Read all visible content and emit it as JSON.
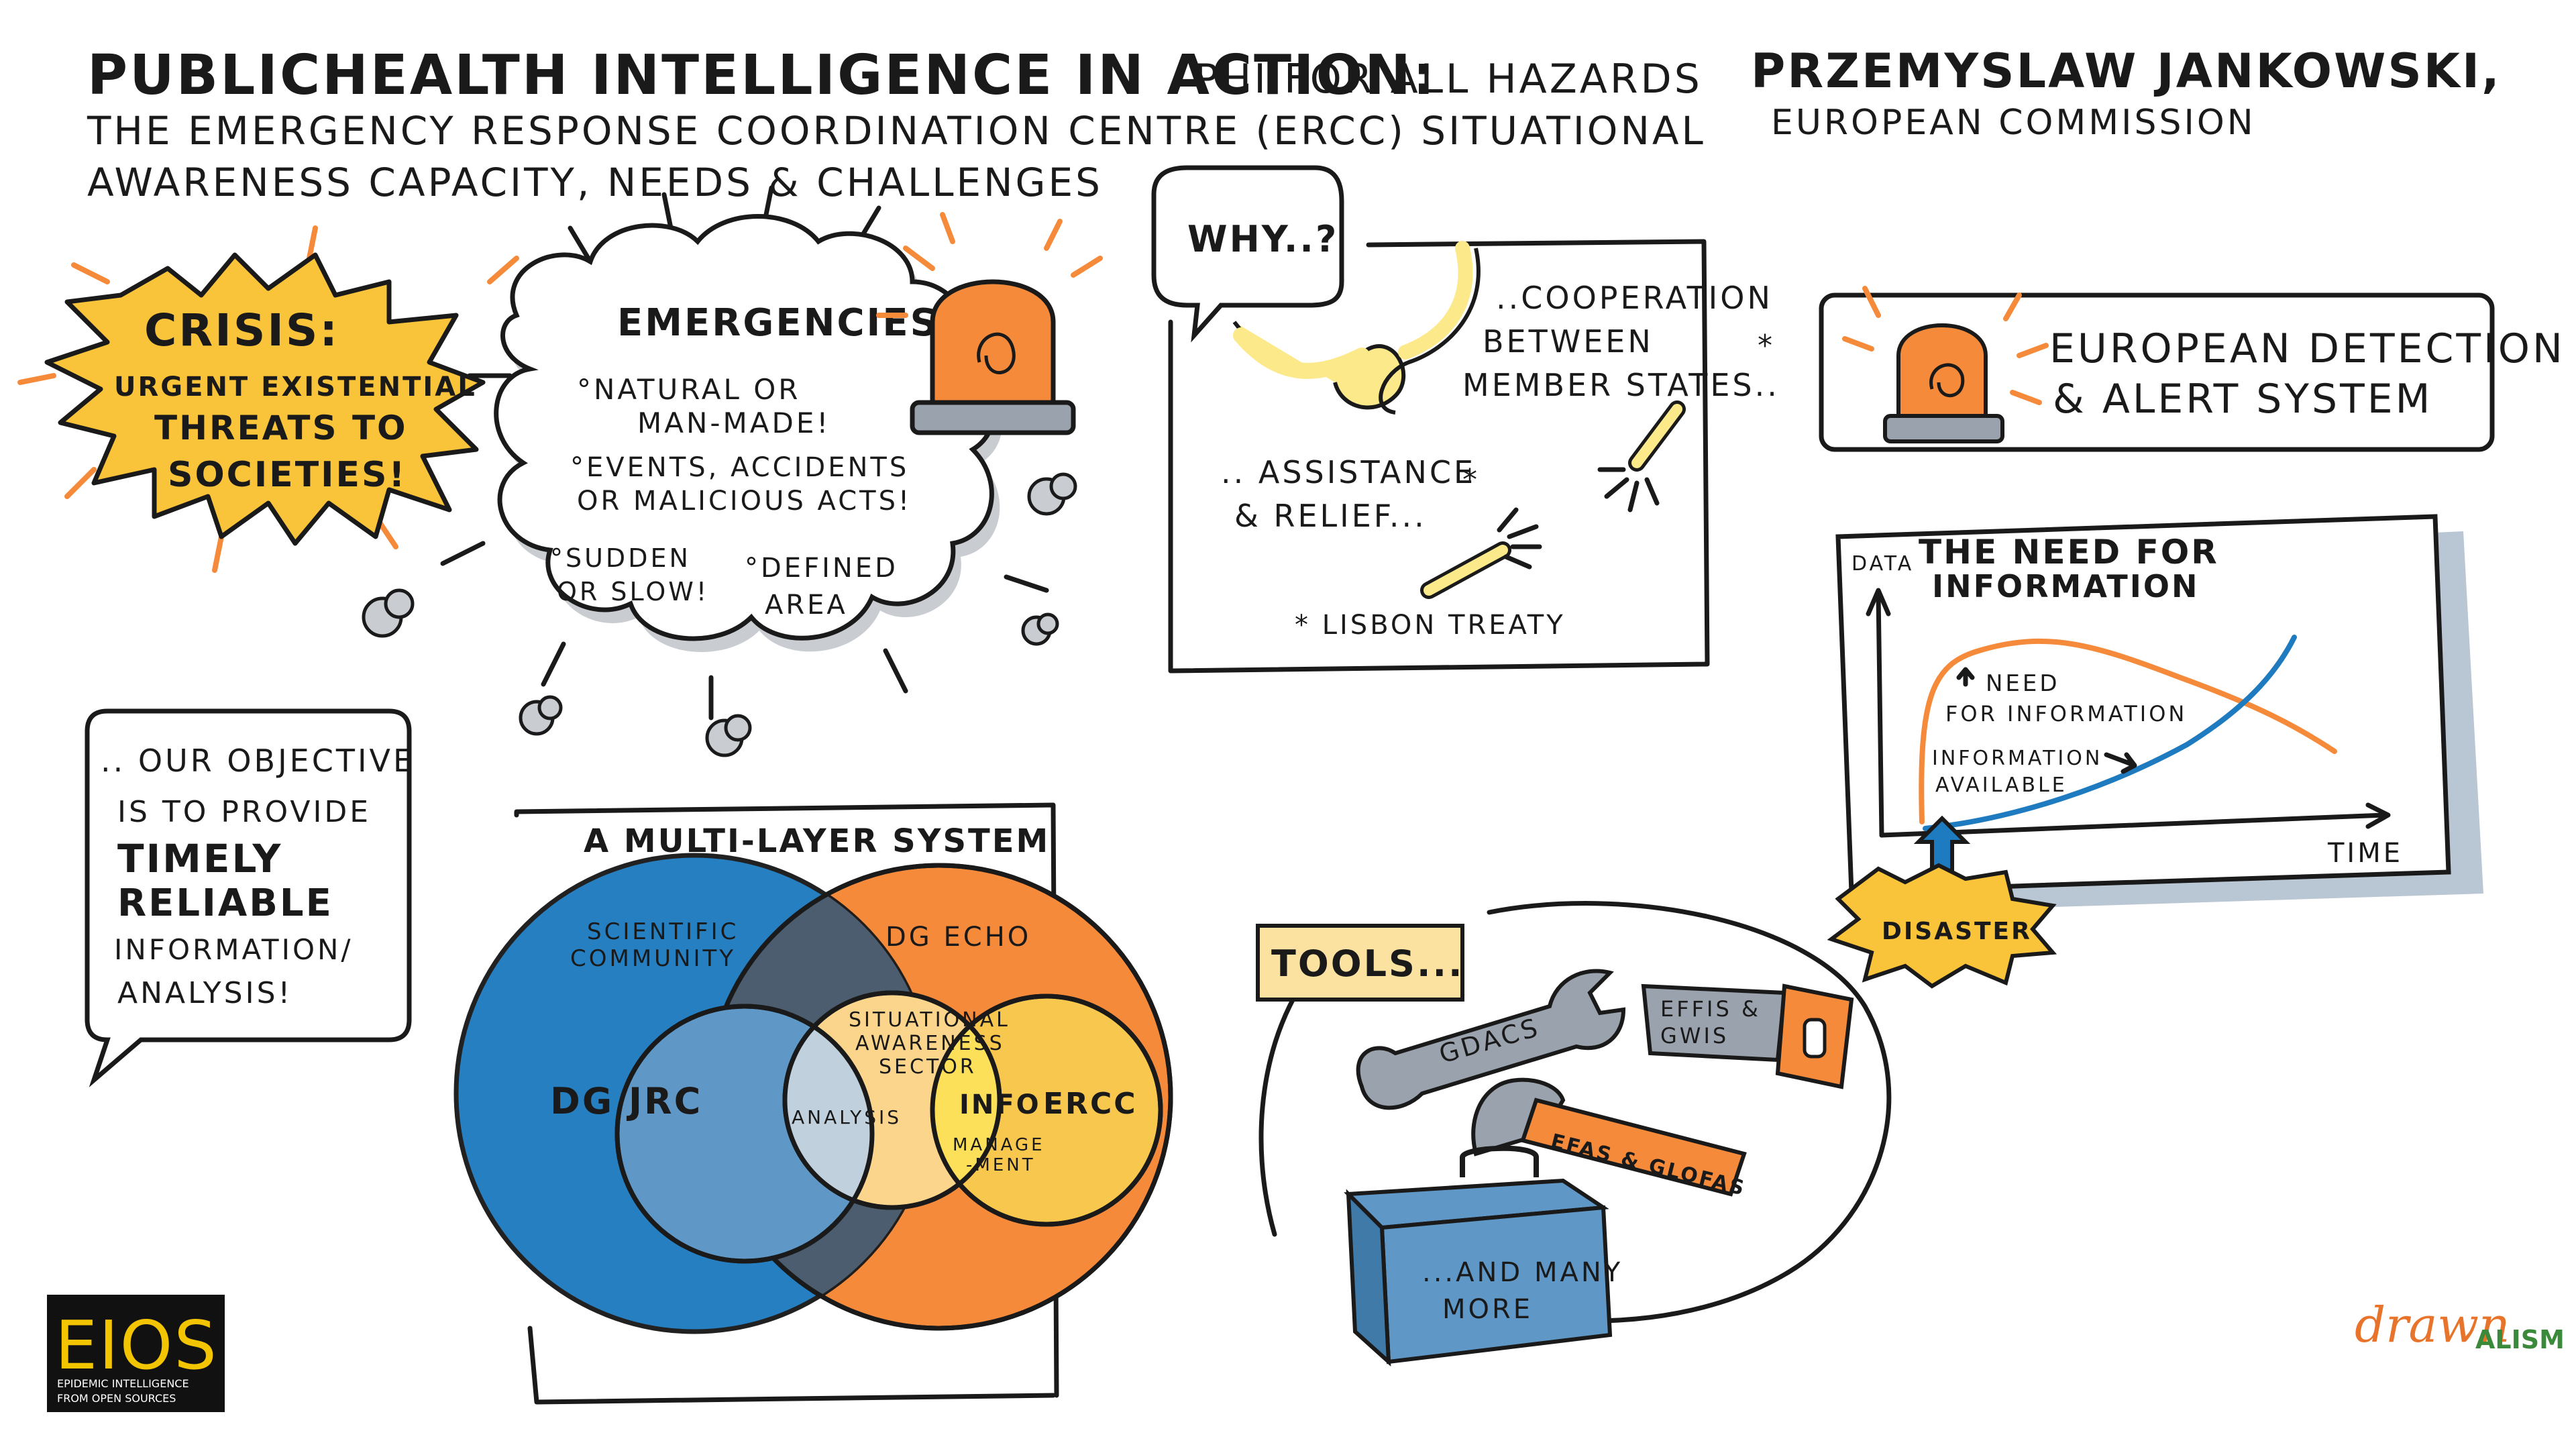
{
  "header": {
    "title": "PUBLICHEALTH INTELLIGENCE IN ACTION:",
    "title_suffix": "PHI FOR ALL HAZARDS",
    "subtitle_line1": "THE EMERGENCY RESPONSE COORDINATION CENTRE (ERCC) SITUATIONAL",
    "subtitle_line2": "AWARENESS CAPACITY, NEEDS & CHALLENGES",
    "speaker_name": "PRZEMYSLAW JANKOWSKI,",
    "speaker_org": "EUROPEAN COMMISSION"
  },
  "crisis": {
    "line1": "CRISIS:",
    "line2": "URGENT EXISTENTIAL",
    "line3": "THREATS TO",
    "line4": "SOCIETIES!"
  },
  "emergencies": {
    "title": "EMERGENCIES:",
    "items": [
      {
        "l1": "°NATURAL OR",
        "l2": "MAN-MADE!"
      },
      {
        "l1": "°EVENTS, ACCIDENTS",
        "l2": "OR MALICIOUS ACTS!"
      },
      {
        "l1": "°SUDDEN",
        "l2": "OR SLOW!"
      },
      {
        "l1": "°DEFINED",
        "l2": "AREA"
      }
    ]
  },
  "why_panel": {
    "bubble": "WHY..?",
    "cooperation_l1": "..COOPERATION",
    "cooperation_l2": "BETWEEN",
    "cooperation_l3": "MEMBER STATES..",
    "assistance_l1": ".. ASSISTANCE",
    "assistance_l2": "& RELIEF...",
    "asterisk": "*",
    "footnote": "* LISBON TREATY"
  },
  "edas": {
    "l1": "EUROPEAN DETECTION",
    "l2": "& ALERT SYSTEM"
  },
  "need_chart": {
    "title_l1": "THE NEED FOR",
    "title_l2": "INFORMATION",
    "y_label": "DATA",
    "x_label": "TIME",
    "need_label_l1": "NEED",
    "need_label_l2": "FOR INFORMATION",
    "avail_label_l1": "INFORMATION",
    "avail_label_l2": "AVAILABLE",
    "marker": "DISASTER"
  },
  "objective": {
    "l1": ".. OUR OBJECTIVE",
    "l2": "IS TO PROVIDE",
    "l3": "TIMELY",
    "l4": "RELIABLE",
    "l5": "INFORMATION/",
    "l6": "ANALYSIS!"
  },
  "multilayer": {
    "title": "A MULTI-LAYER SYSTEM",
    "scientific_l1": "SCIENTIFIC",
    "scientific_l2": "COMMUNITY",
    "dg_echo": "DG ECHO",
    "dg_jrc": "DG JRC",
    "analysis": "ANALYSIS",
    "sector_l1": "SITUATIONAL",
    "sector_l2": "AWARENESS",
    "sector_l3": "SECTOR",
    "info": "INFO",
    "manage_l1": "MANAGE",
    "manage_l2": "-MENT",
    "ercc": "ERCC"
  },
  "tools": {
    "label": "TOOLS...",
    "gdacs": "GDACS",
    "effis_l1": "EFFIS &",
    "effis_l2": "GWIS",
    "efas": "EFAS & GLOFAS",
    "more_l1": "...AND MANY",
    "more_l2": "MORE"
  },
  "logos": {
    "eios": "EIOS",
    "eios_sub_l1": "EPIDEMIC INTELLIGENCE",
    "eios_sub_l2": "FROM OPEN SOURCES",
    "drawn_a": "drawn",
    "drawn_b": "ALISM"
  },
  "colors": {
    "orange": "#f58b3a",
    "blue": "#1f7bc0",
    "yellow": "#fde05a",
    "sunburst": "#f9c33a",
    "gray": "#b9c6d3",
    "dark": "#1a1a1a"
  }
}
